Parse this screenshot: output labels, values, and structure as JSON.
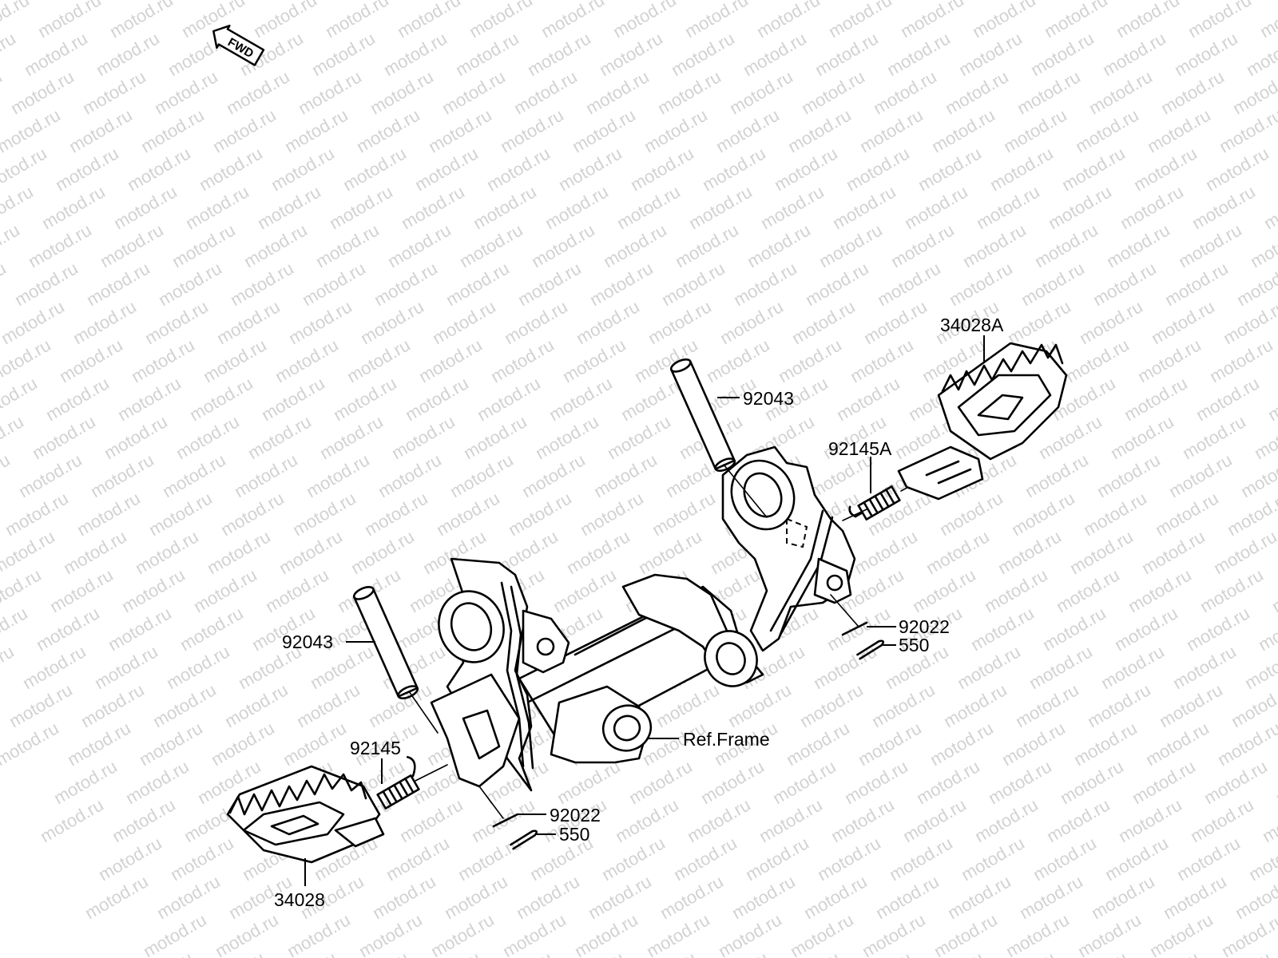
{
  "watermark": {
    "text": "motod.ru"
  },
  "fwd_badge": {
    "text": "FWD",
    "icon": "fwd-arrow-icon"
  },
  "labels": {
    "footpeg_right": "34028A",
    "pin_right": "92043",
    "spring_right": "92145A",
    "washer_right": "92022",
    "cotter_right": "550",
    "pin_left": "92043",
    "spring_left": "92145",
    "washer_left": "92022",
    "cotter_left": "550",
    "frame_ref": "Ref.Frame",
    "footpeg_left": "34028"
  },
  "colors": {
    "ink": "#000000",
    "watermark": "#d2d2d2",
    "background": "#ffffff"
  }
}
